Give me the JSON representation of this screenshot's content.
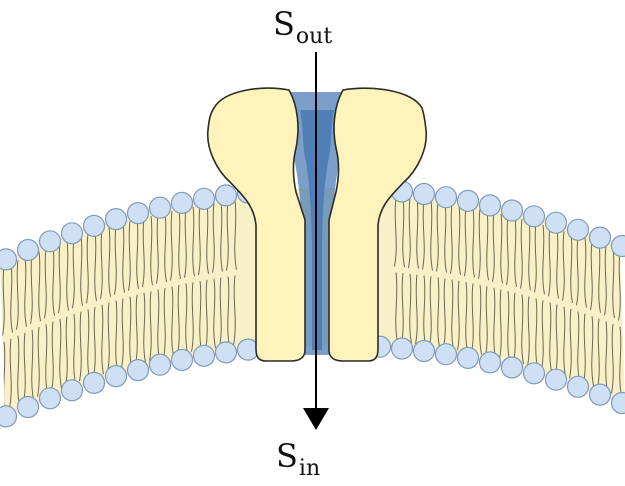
{
  "labels": {
    "outside": {
      "main": "S",
      "sub": "out"
    },
    "inside": {
      "main": "S",
      "sub": "in"
    }
  },
  "colors": {
    "head_fill": "#cfe0f4",
    "head_stroke": "#7f9ab8",
    "lipid_fill": "#f8f0c6",
    "tail_stroke": "#6e6652",
    "protein_fill": "#fdf3bb",
    "protein_stroke": "#2b2b2b",
    "channel_fill": "#4f7fb6",
    "arrow": "#000000"
  }
}
